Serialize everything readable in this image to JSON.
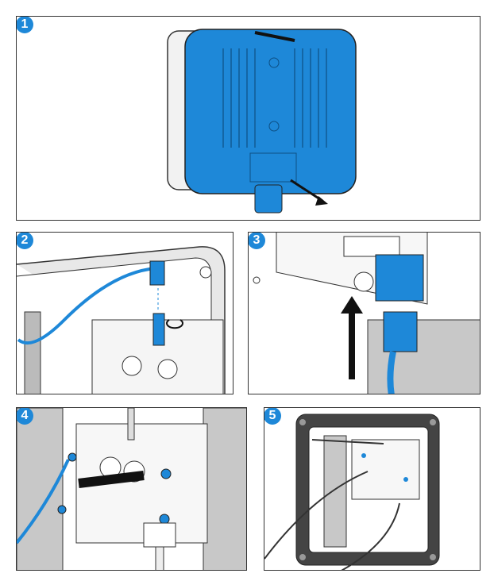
{
  "steps": [
    {
      "number": "1"
    },
    {
      "number": "2"
    },
    {
      "number": "3"
    },
    {
      "number": "4"
    },
    {
      "number": "5"
    }
  ],
  "colors": {
    "accent_blue": "#1e88d8",
    "badge": "#1e88d8",
    "board_gray": "#c8c8c8"
  }
}
